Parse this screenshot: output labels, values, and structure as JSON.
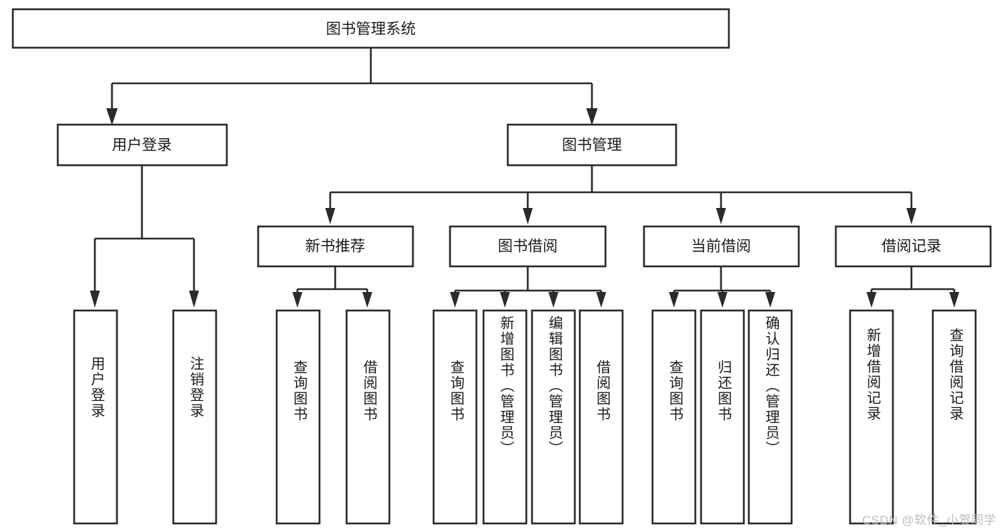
{
  "diagram": {
    "title": "图书管理系统",
    "type": "tree-hierarchy",
    "root": {
      "label": "图书管理系统"
    },
    "level2": [
      {
        "label": "用户登录"
      },
      {
        "label": "图书管理"
      }
    ],
    "level3": [
      {
        "label": "新书推荐",
        "parent": "图书管理"
      },
      {
        "label": "图书借阅",
        "parent": "图书管理"
      },
      {
        "label": "当前借阅",
        "parent": "图书管理"
      },
      {
        "label": "借阅记录",
        "parent": "图书管理"
      }
    ],
    "leaves": {
      "user_login": [
        {
          "label": "用户登录"
        },
        {
          "label": "注销登录"
        }
      ],
      "new_book_recommend": [
        {
          "label": "查询图书"
        },
        {
          "label": "借阅图书"
        }
      ],
      "book_borrow": [
        {
          "label": "查询图书"
        },
        {
          "label": "新增图书（管理员）"
        },
        {
          "label": "编辑图书（管理员）"
        },
        {
          "label": "借阅图书"
        }
      ],
      "current_borrow": [
        {
          "label": "查询图书"
        },
        {
          "label": "归还图书"
        },
        {
          "label": "确认归还（管理员）"
        }
      ],
      "borrow_record": [
        {
          "label": "新增借阅记录"
        },
        {
          "label": "查询借阅记录"
        }
      ]
    }
  },
  "watermark": {
    "text": "CSDN @软件_小贺同学"
  },
  "colors": {
    "stroke": "#2b2b2b",
    "fill": "#ffffff",
    "text": "#1b1b1b",
    "watermark": "#bdbdbd"
  }
}
